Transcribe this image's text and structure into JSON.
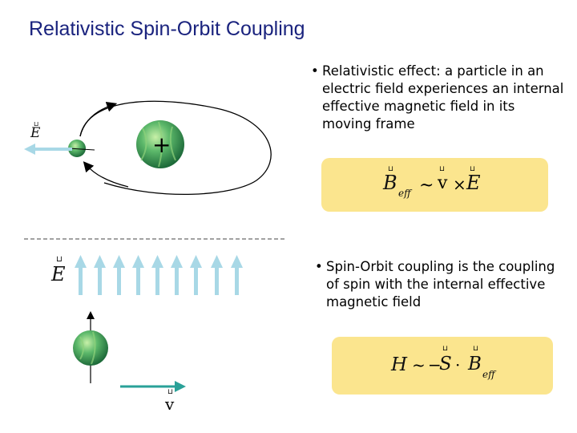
{
  "title": "Relativistic Spin-Orbit Coupling",
  "bullet1": "Relativistic effect: a particle in an electric field experiences an internal effective magnetic field in its moving frame",
  "bullet2": "Spin-Orbit coupling is the coupling of spin with the internal effective magnetic field",
  "bullet_char": "•",
  "nucleus_sign": "+",
  "eq1": {
    "lhs": "B",
    "lhs_sub": "eff",
    "rel": "~",
    "v": "v",
    "times": "×",
    "e": "E"
  },
  "eq2": {
    "h": "H",
    "rel": "~",
    "minus": "−",
    "s": "S",
    "dot": "·",
    "b": "B",
    "b_sub": "eff"
  },
  "labels": {
    "e_top": "E",
    "e_field": "E",
    "velocity": "v",
    "vector_mark": "⊔"
  },
  "colors": {
    "title": "#1a237e",
    "eq_box": "#fbe58e",
    "arrow_light": "#a8d8e6",
    "arrow_dark": "#2aa198",
    "sphere": "#3aa55e"
  }
}
